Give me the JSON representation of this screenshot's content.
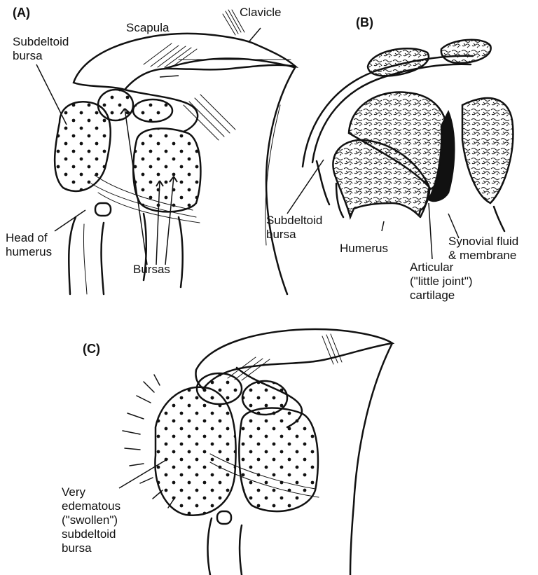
{
  "panels": {
    "a": {
      "letter": "(A)",
      "labels": {
        "scapula": "Scapula",
        "clavicle": "Clavicle",
        "subdeltoid_bursa": [
          "Subdeltoid",
          "bursa"
        ],
        "head_of_humerus": [
          "Head of",
          "humerus"
        ],
        "bursas": "Bursas"
      }
    },
    "b": {
      "letter": "(B)",
      "labels": {
        "subdeltoid_bursa": [
          "Subdeltoid",
          "bursa"
        ],
        "humerus": "Humerus",
        "synovial": [
          "Synovial fluid",
          "& membrane"
        ],
        "articular": [
          "Articular",
          "(\"little joint\")",
          "cartilage"
        ]
      }
    },
    "c": {
      "letter": "(C)",
      "labels": {
        "edematous_bursa": [
          "Very",
          "edematous",
          "(\"swollen\")",
          "subdeltoid",
          "bursa"
        ]
      }
    }
  },
  "colors": {
    "ink": "#111111",
    "background": "#ffffff"
  }
}
